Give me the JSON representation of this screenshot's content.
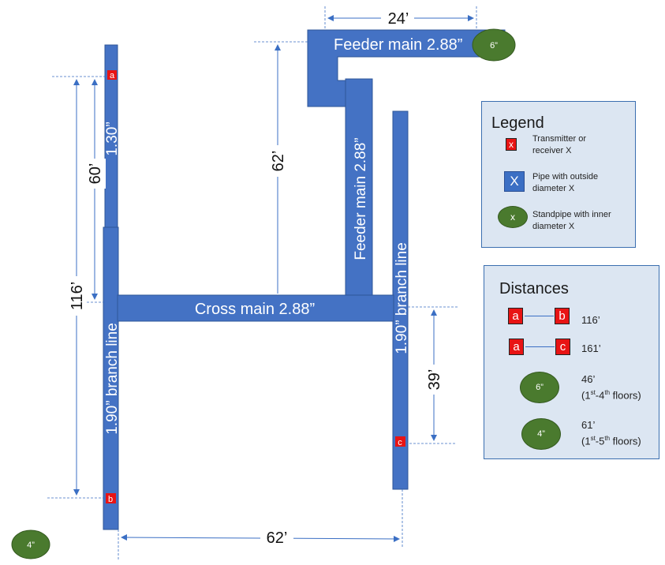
{
  "pipes": {
    "feeder_main_horizontal": "Feeder main 2.88”",
    "feeder_main_vertical": "Feeder main 2.88”",
    "cross_main": "Cross main 2.88”",
    "left_branch_upper": "1.30”",
    "left_branch_lower": "1.90” branch line",
    "right_branch": "1.90” branch line"
  },
  "points": {
    "a": "a",
    "b": "b",
    "c": "c"
  },
  "standpipes": {
    "top_right": "6”",
    "bottom_left": "4”"
  },
  "dimensions": {
    "feeder_width": "24’",
    "feeder_height": "62’",
    "a_to_cross": "60’",
    "a_to_b": "116’",
    "cross_to_c": "39’",
    "bottom_width": "62’"
  },
  "legend": {
    "title": "Legend",
    "items": [
      {
        "symbol": "x",
        "text_line1": "Transmitter or",
        "text_line2": "receiver X"
      },
      {
        "symbol": "X",
        "text_line1": "Pipe with outside",
        "text_line2": "diameter X"
      },
      {
        "symbol": "x",
        "text_line1": "Standpipe with inner",
        "text_line2": "diameter X"
      }
    ]
  },
  "distances": {
    "title": "Distances",
    "items": [
      {
        "from": "a",
        "to": "b",
        "value": "116’"
      },
      {
        "from": "a",
        "to": "c",
        "value": "161’"
      },
      {
        "symbol": "6”",
        "value": "46’",
        "note_pre": "(1",
        "note_sup1": "st",
        "note_mid": "-4",
        "note_sup2": "th",
        "note_post": " floors)"
      },
      {
        "symbol": "4”",
        "value": "61’",
        "note_pre": "(1",
        "note_sup1": "st",
        "note_mid": "-5",
        "note_sup2": "th",
        "note_post": " floors)"
      }
    ]
  },
  "colors": {
    "pipe": "#4472c4",
    "point": "#e81414",
    "standpipe": "#4a7a2e",
    "box": "#dce6f2",
    "dim": "#3b6fc4"
  }
}
